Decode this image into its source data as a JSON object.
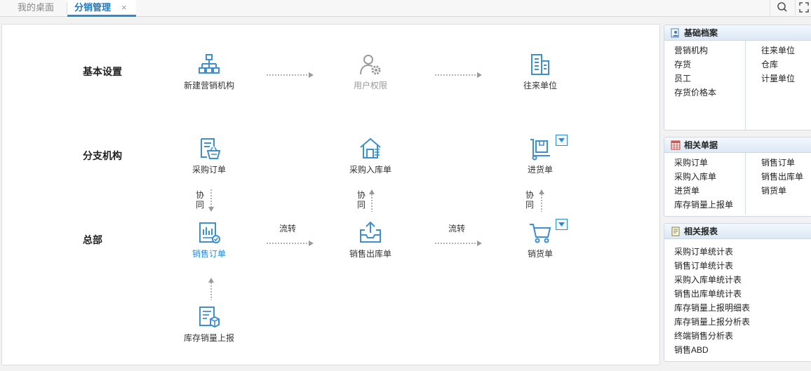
{
  "tabs": {
    "desk": "我的桌面",
    "active": "分销管理",
    "close": "×"
  },
  "rows": {
    "basic": "基本设置",
    "branch": "分支机构",
    "hq": "总部"
  },
  "nodes": {
    "new_org": "新建营销机构",
    "user_perm": "用户权限",
    "partner": "往来单位",
    "purchase_order": "采购订单",
    "purchase_in": "采购入库单",
    "goods_in": "进货单",
    "sales_order": "销售订单",
    "sales_out": "销售出库单",
    "sales_bill": "销货单",
    "stock_report": "库存销量上报"
  },
  "flow": {
    "transfer": "流转",
    "collab": "协同"
  },
  "panels": {
    "basic_files": {
      "title": "基础档案",
      "left": [
        "营销机构",
        "存货",
        "员工",
        "存货价格本"
      ],
      "right": [
        "往来单位",
        "仓库",
        "计量单位"
      ]
    },
    "related_docs": {
      "title": "相关单据",
      "left": [
        "采购订单",
        "采购入库单",
        "进货单",
        "库存销量上报单"
      ],
      "right": [
        "销售订单",
        "销售出库单",
        "销货单"
      ]
    },
    "related_reports": {
      "title": "相关报表",
      "items": [
        "采购订单统计表",
        "销售订单统计表",
        "采购入库单统计表",
        "销售出库单统计表",
        "库存销量上报明细表",
        "库存销量上报分析表",
        "终端销售分析表",
        "销售ABD"
      ]
    }
  },
  "colors": {
    "accent": "#2a8ad8",
    "icon": "#3d8fd1",
    "disabled": "#9a9a9a"
  }
}
